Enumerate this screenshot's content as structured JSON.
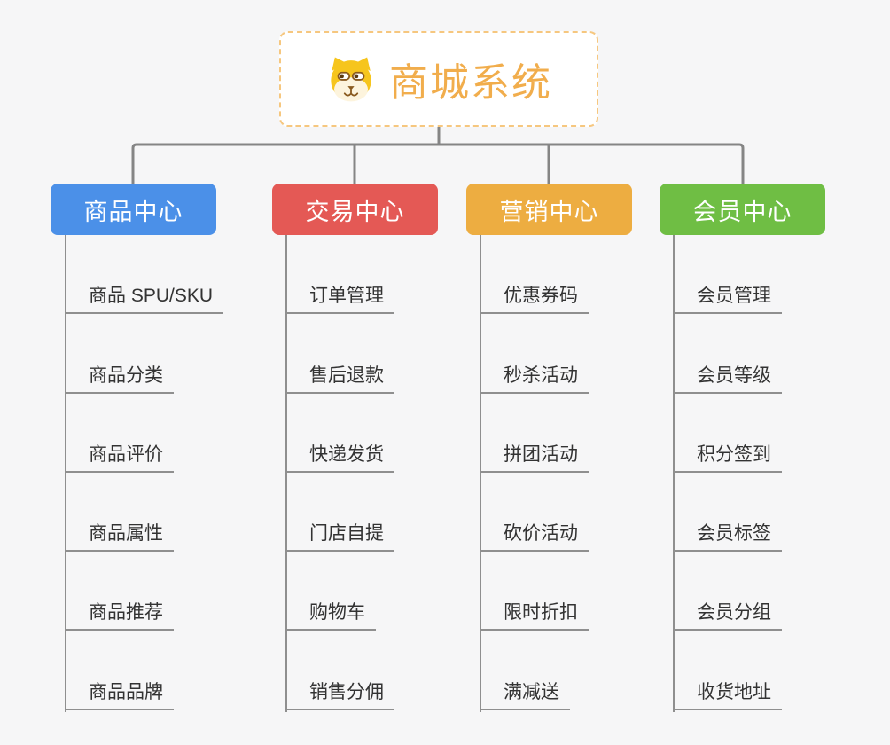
{
  "root": {
    "title": "商城系统",
    "icon": "dog-face-icon"
  },
  "branches": [
    {
      "label": "商品中心",
      "color": "#4b90e8",
      "children": [
        "商品 SPU/SKU",
        "商品分类",
        "商品评价",
        "商品属性",
        "商品推荐",
        "商品品牌"
      ]
    },
    {
      "label": "交易中心",
      "color": "#e45955",
      "children": [
        "订单管理",
        "售后退款",
        "快递发货",
        "门店自提",
        "购物车",
        "销售分佣"
      ]
    },
    {
      "label": "营销中心",
      "color": "#edad41",
      "children": [
        "优惠券码",
        "秒杀活动",
        "拼团活动",
        "砍价活动",
        "限时折扣",
        "满减送"
      ]
    },
    {
      "label": "会员中心",
      "color": "#6fbe44",
      "children": [
        "会员管理",
        "会员等级",
        "积分签到",
        "会员标签",
        "会员分组",
        "收货地址"
      ]
    }
  ],
  "style": {
    "background": "#f6f6f7",
    "connector_color": "#858585",
    "underline_color": "#8f8f8f",
    "root_border_color": "#f6c77f",
    "root_title_color": "#f1ad4c",
    "child_text_color": "#333333"
  }
}
